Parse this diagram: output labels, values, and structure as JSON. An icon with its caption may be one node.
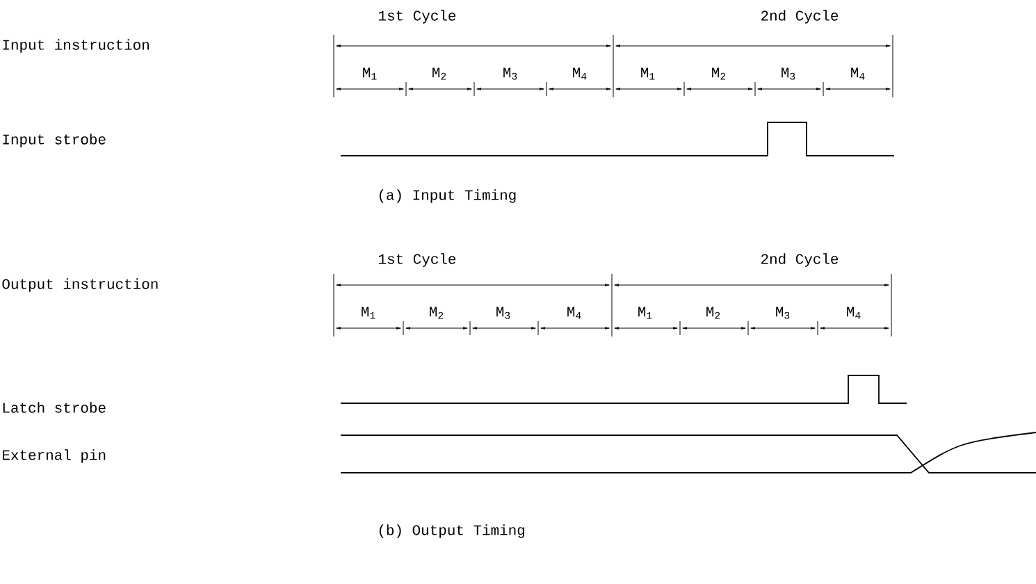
{
  "diagram": {
    "labels": [
      "Input instruction",
      "1st Cycle",
      "2nd Cycle",
      "M$_{1}$",
      "M$_{2}$",
      "M$_{3}$",
      "M$_{4}$",
      "M$_{1}$",
      "M$_{2}$",
      "M$_{3}$",
      "M$_{4}$",
      "Input strobe",
      "(a)  Input Timing",
      "Output instruction",
      "1st Cycle",
      "2nd Cycle",
      "M$_{1}$",
      "M$_{2}$",
      "M$_{3}$",
      "M$_{4}$",
      "M$_{1}$",
      "M$_{2}$",
      "M$_{3}$",
      "M$_{4}$",
      "Latch strobe",
      "External pin",
      "(b)  Output Timing"
    ]
  }
}
